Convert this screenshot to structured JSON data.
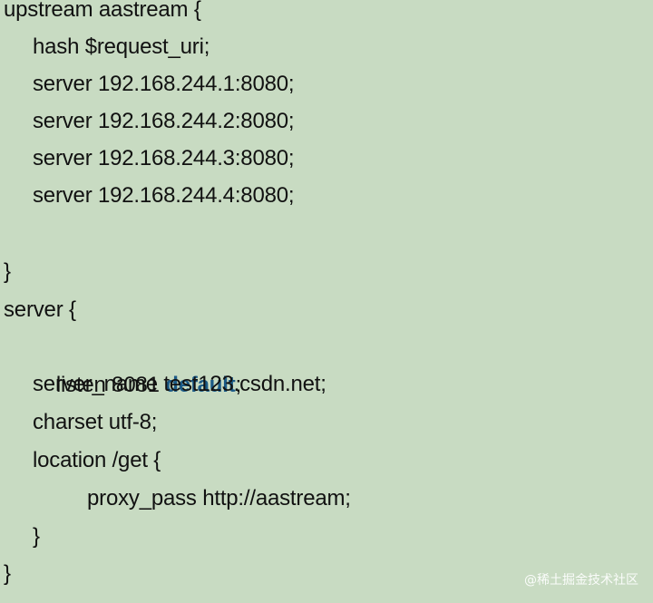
{
  "code": {
    "lines": [
      "upstream aastream {",
      "hash $request_uri;",
      "server 192.168.244.1:8080;",
      "server 192.168.244.2:8080;",
      "server 192.168.244.3:8080;",
      "server 192.168.244.4:8080;",
      "",
      "}",
      "server {",
      "listen 8081 ",
      "default",
      ";",
      "server_name test123.csdn.net;",
      "charset utf-8;",
      "location /get {",
      "proxy_pass http://aastream;",
      "}",
      "}"
    ]
  },
  "colors": {
    "background": "#c8dbc2",
    "text": "#111111",
    "keyword": "#1c5b87"
  },
  "watermark": "@稀土掘金技术社区"
}
